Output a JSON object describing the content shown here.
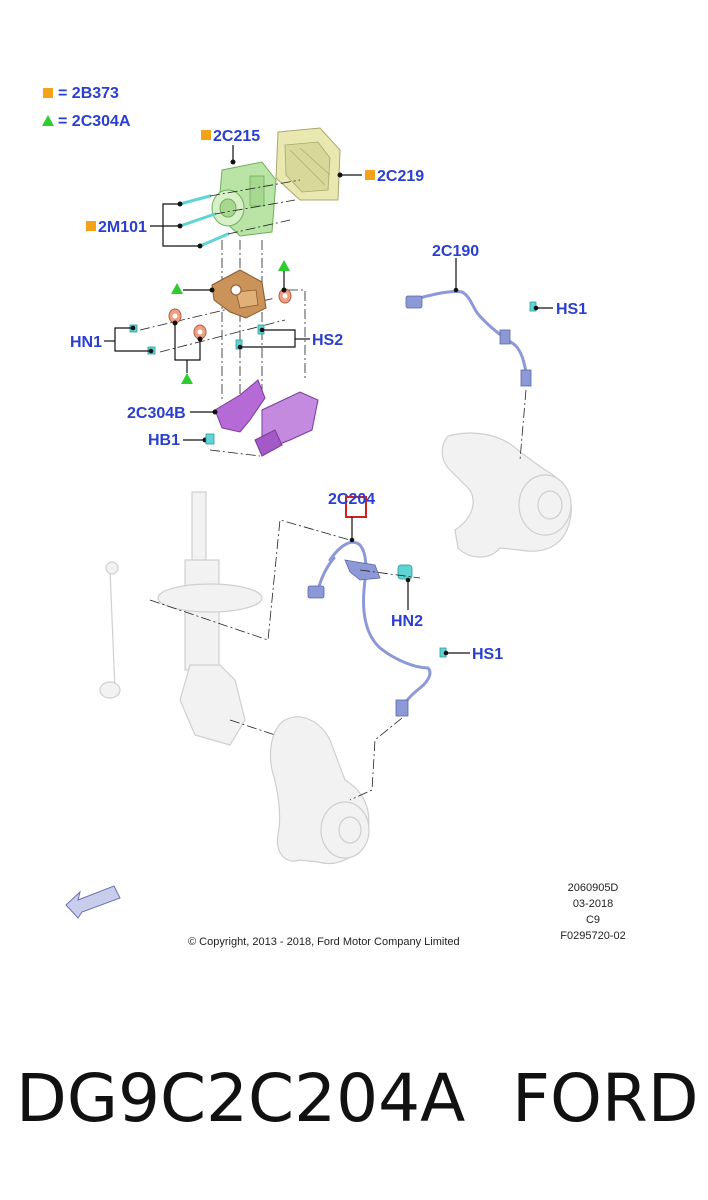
{
  "legend": [
    {
      "symbol": "orange-square",
      "text": "= 2B373"
    },
    {
      "symbol": "green-triangle",
      "text": "= 2C304A"
    }
  ],
  "labels": {
    "l2c215": "2C215",
    "l2c219": "2C219",
    "l2m101": "2M101",
    "hn1": "HN1",
    "hs2": "HS2",
    "l2c304b": "2C304B",
    "hb1": "HB1",
    "l2c190": "2C190",
    "hs1_top": "HS1",
    "l2c204": "2C204",
    "hn2": "HN2",
    "hs1_bottom": "HS1"
  },
  "colors": {
    "label_blue": "#2b3fcf",
    "orange": "#f5a21b",
    "green": "#2ecc2e",
    "module_green": "#b9e4a6",
    "module_yellow": "#e8e8b0",
    "bracket_bronze": "#c9935a",
    "bracket_purple": "#b56ad6",
    "sensor_blue": "#8d99d6",
    "cyan": "#5fd4d4"
  },
  "copyright": "© Copyright, 2013 - 2018, Ford Motor Company Limited",
  "ref_codes": [
    "2060905D",
    "03-2018",
    "C9",
    "F0295720-02"
  ],
  "footer": {
    "part_number": "DG9C2C204A",
    "brand": "FORD"
  }
}
